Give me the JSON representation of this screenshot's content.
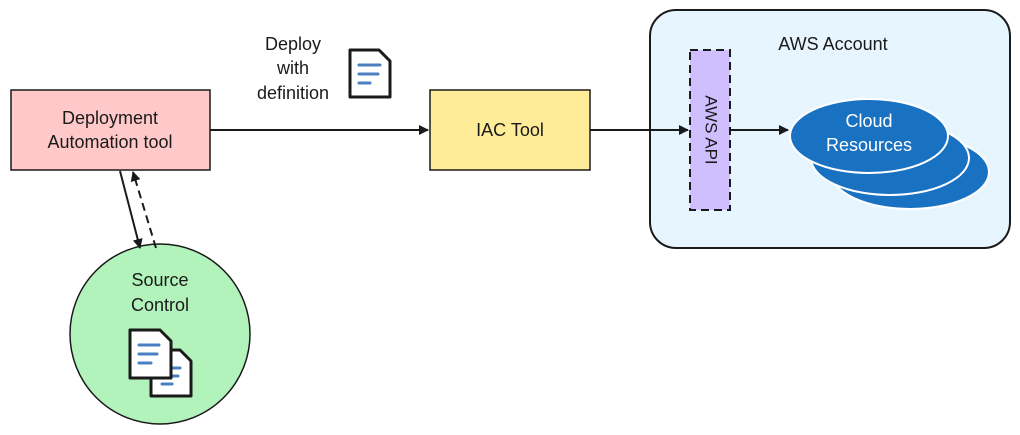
{
  "nodes": {
    "deployment_tool": {
      "line1": "Deployment",
      "line2": "Automation tool"
    },
    "iac_tool": {
      "label": "IAC Tool"
    },
    "source_control": {
      "line1": "Source",
      "line2": "Control"
    },
    "aws_account": {
      "label": "AWS Account"
    },
    "aws_api": {
      "label": "AWS API"
    },
    "cloud_resources": {
      "line1": "Cloud",
      "line2": "Resources"
    }
  },
  "edges": {
    "deploy_label": {
      "line1": "Deploy",
      "line2": "with",
      "line3": "definition"
    }
  },
  "icons": [
    "document-icon",
    "documents-icon"
  ],
  "colors": {
    "deployment_tool_fill": "#ffc9c9",
    "iac_tool_fill": "#ffec99",
    "source_control_fill": "#b2f2bb",
    "aws_account_fill": "#e7f5ff",
    "aws_api_fill": "#d0bfff",
    "cloud_fill": "#1971c2",
    "doc_line": "#4a7fc1"
  }
}
